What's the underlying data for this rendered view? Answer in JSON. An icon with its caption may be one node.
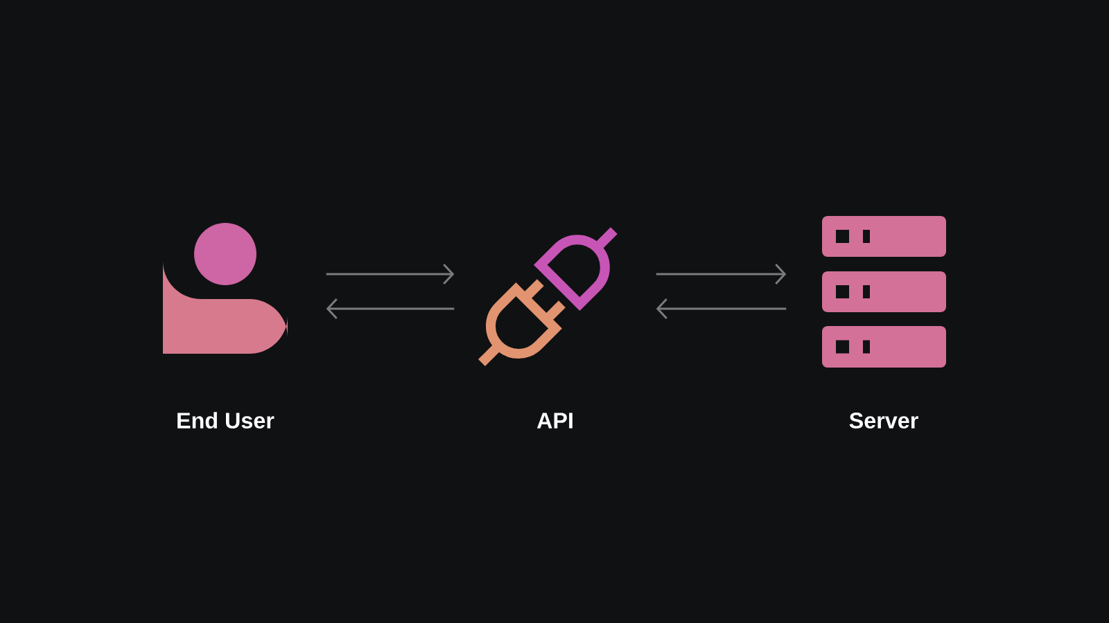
{
  "diagram": {
    "nodes": [
      {
        "text": [
          "End User"
        ]
      },
      {
        "text": [
          "API"
        ]
      },
      {
        "text": [
          "Server"
        ]
      }
    ],
    "edges": [
      {
        "from": 0,
        "to": 1,
        "arrow": "to"
      },
      {
        "from": 1,
        "to": 0,
        "arrow": "to"
      },
      {
        "from": 1,
        "to": 2,
        "arrow": "to"
      },
      {
        "from": 2,
        "to": 1,
        "arrow": "to"
      }
    ]
  }
}
